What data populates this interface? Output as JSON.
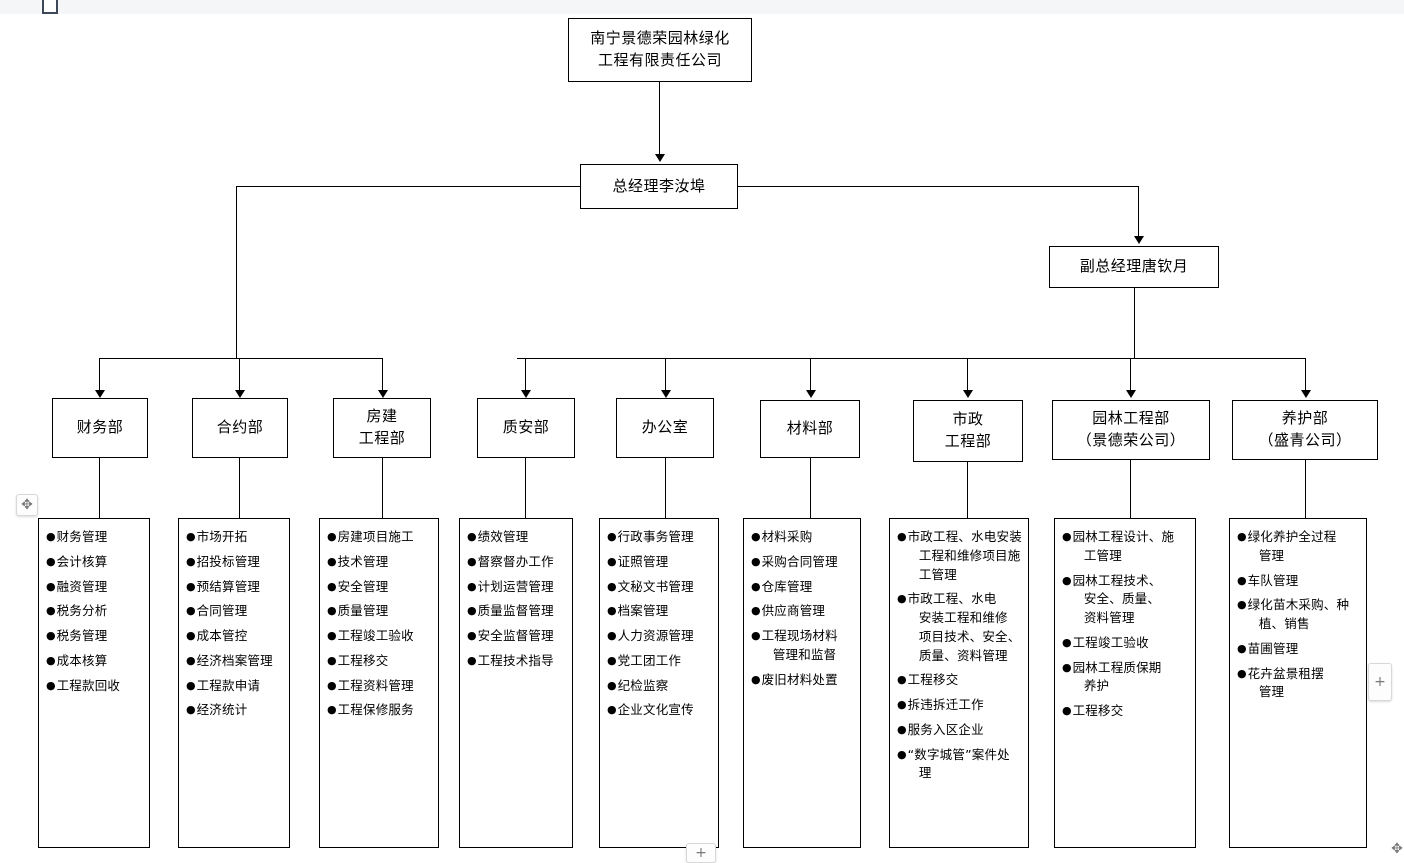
{
  "chart_data": {
    "type": "diagram",
    "title": "南宁景德荣园林绿化工程有限责任公司 组织架构图",
    "layout": "top-down org chart"
  },
  "editor": {
    "top_handle": "resize-handle",
    "move_icon": "✥",
    "plus_right": "+",
    "plus_bottom": "+",
    "move_br_icon": "✥"
  },
  "org": {
    "company": "南宁景德荣园林绿化\n工程有限责任公司",
    "general_manager": "总经理李汝埠",
    "deputy_general_manager": "副总经理唐钦月",
    "departments": [
      {
        "name": "财务部",
        "items": [
          {
            "text": "财务管理"
          },
          {
            "text": "会计核算"
          },
          {
            "text": "融资管理"
          },
          {
            "text": "税务分析"
          },
          {
            "text": "税务管理"
          },
          {
            "text": "成本核算"
          },
          {
            "text": "工程款回收"
          }
        ]
      },
      {
        "name": "合约部",
        "items": [
          {
            "text": "市场开拓"
          },
          {
            "text": "招投标管理"
          },
          {
            "text": "预结算管理"
          },
          {
            "text": "合同管理"
          },
          {
            "text": "成本管控"
          },
          {
            "text": "经济档案管理"
          },
          {
            "text": "工程款申请"
          },
          {
            "text": "经济统计"
          }
        ]
      },
      {
        "name": "房建\n工程部",
        "items": [
          {
            "text": "房建项目施工"
          },
          {
            "text": "技术管理"
          },
          {
            "text": "安全管理"
          },
          {
            "text": "质量管理"
          },
          {
            "text": "工程竣工验收"
          },
          {
            "text": "工程移交"
          },
          {
            "text": "工程资料管理"
          },
          {
            "text": "工程保修服务"
          }
        ]
      },
      {
        "name": "质安部",
        "items": [
          {
            "text": "绩效管理"
          },
          {
            "text": "督察督办工作"
          },
          {
            "text": "计划运营管理"
          },
          {
            "text": "质量监督管理"
          },
          {
            "text": "安全监督管理"
          },
          {
            "text": "工程技术指导"
          }
        ]
      },
      {
        "name": "办公室",
        "items": [
          {
            "text": "行政事务管理"
          },
          {
            "text": "证照管理"
          },
          {
            "text": "文秘文书管理"
          },
          {
            "text": "档案管理"
          },
          {
            "text": "人力资源管理"
          },
          {
            "text": "党工团工作"
          },
          {
            "text": "纪检监察"
          },
          {
            "text": "企业文化宣传"
          }
        ]
      },
      {
        "name": "材料部",
        "items": [
          {
            "text": "材料采购"
          },
          {
            "text": "采购合同管理"
          },
          {
            "text": "仓库管理"
          },
          {
            "text": "供应商管理"
          },
          {
            "text": "工程现场材料",
            "cont": "管理和监督"
          },
          {
            "text": "废旧材料处置"
          }
        ]
      },
      {
        "name": "市政\n工程部",
        "items": [
          {
            "text": "市政工程、水电安装",
            "cont": "工程和维修项目施\n工管理"
          },
          {
            "text": "市政工程、水电",
            "cont": "安装工程和维修\n项目技术、安全、\n质量、资料管理"
          },
          {
            "text": "工程移交"
          },
          {
            "text": "拆违拆迁工作"
          },
          {
            "text": "服务入区企业"
          },
          {
            "text": "“数字城管”案件处",
            "cont": "理"
          }
        ]
      },
      {
        "name": "园林工程部\n（景德荣公司）",
        "items": [
          {
            "text": "园林工程设计、施",
            "cont": "工管理"
          },
          {
            "text": "园林工程技术、",
            "cont": "安全、质量、\n资料管理"
          },
          {
            "text": "工程竣工验收"
          },
          {
            "text": "园林工程质保期",
            "cont": "养护"
          },
          {
            "text": "工程移交"
          }
        ]
      },
      {
        "name": "养护部\n（盛青公司）",
        "items": [
          {
            "text": "绿化养护全过程",
            "cont": "管理"
          },
          {
            "text": "车队管理"
          },
          {
            "text": "绿化苗木采购、种",
            "cont": "植、销售"
          },
          {
            "text": "苗圃管理"
          },
          {
            "text": "花卉盆景租摆",
            "cont": "管理"
          }
        ]
      }
    ]
  }
}
